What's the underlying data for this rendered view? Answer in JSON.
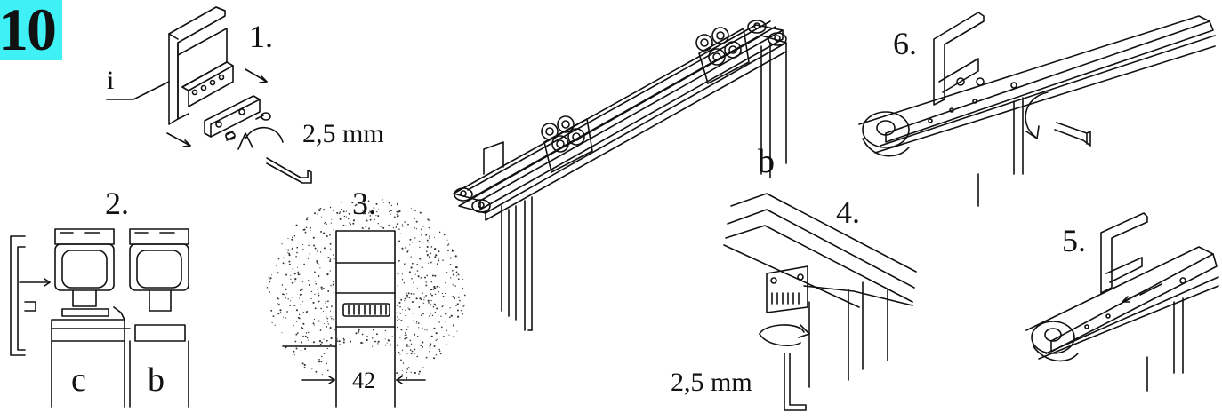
{
  "badge": {
    "number": "10",
    "color": "#3ff0f5"
  },
  "steps": {
    "s1": "1.",
    "s2": "2.",
    "s3": "3.",
    "s4": "4.",
    "s5": "5.",
    "s6": "6."
  },
  "labels": {
    "i": "i",
    "tool_size_1": "2,5 mm",
    "tool_size_4": "2,5 mm",
    "b_main": "b",
    "c_profile": "c",
    "b_profile": "b",
    "dimension": "42"
  }
}
